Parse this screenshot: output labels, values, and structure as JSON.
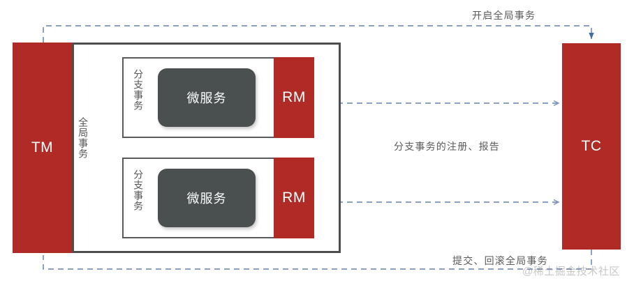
{
  "diagram": {
    "title_absent": true,
    "colors": {
      "red": "#b02b26",
      "dark_gray": "#4a5050",
      "frame_gray": "#4d4d4d",
      "arrow_blue": "#7b93bc",
      "label_gray": "#5a5a5a"
    },
    "tm": {
      "label": "TM"
    },
    "tc": {
      "label": "TC"
    },
    "global_transaction": {
      "label": "全局事务"
    },
    "branches": [
      {
        "branch_label": "分支事务",
        "service_label": "微服务",
        "rm_label": "RM"
      },
      {
        "branch_label": "分支事务",
        "service_label": "微服务",
        "rm_label": "RM"
      }
    ],
    "flows": [
      {
        "id": "open-global-transaction",
        "label": "开启全局事务",
        "direction": "tm-to-tc"
      },
      {
        "id": "branch-register-report",
        "label": "分支事务的注册、报告",
        "direction": "bidirectional"
      },
      {
        "id": "commit-rollback-global-transaction",
        "label": "提交、回滚全局事务",
        "direction": "tc-to-tm"
      }
    ],
    "watermark": "@稀土掘金技术社区"
  }
}
